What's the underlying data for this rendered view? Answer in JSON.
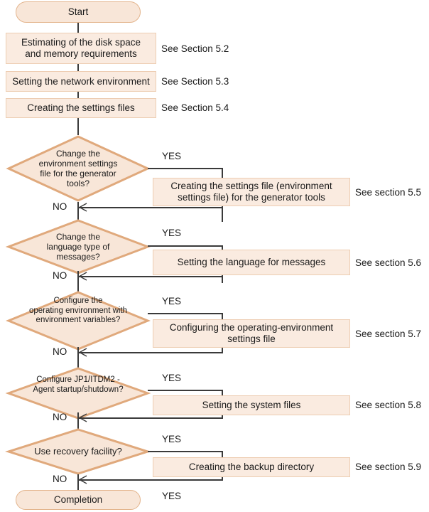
{
  "diagram": {
    "type": "flowchart",
    "title": "",
    "palette": {
      "node_fill": "#FAEBE0",
      "terminator_fill": "#F8E6D8",
      "terminator_border": "#E3B48C",
      "process_border": "#EDCDB2",
      "diamond_border": "#E0A97C",
      "line": "#3a3a3a",
      "text": "#1a1a1a",
      "background": "#FFFFFF"
    }
  },
  "start": {
    "label": "Start"
  },
  "completion": {
    "label": "Completion"
  },
  "steps": [
    {
      "label": "Estimating of the disk space\nand memory requirements",
      "ref": "See Section 5.2"
    },
    {
      "label": "Setting the network environment",
      "ref": "See Section 5.3"
    },
    {
      "label": "Creating the settings files",
      "ref": "See Section 5.4"
    }
  ],
  "decisions": [
    {
      "question": "Change the\nenvironment settings\nfile for the generator\ntools?",
      "yes_label": "YES",
      "no_label": "NO",
      "action": "Creating the settings file (environment\nsettings file) for the generator tools",
      "ref": "See section 5.5"
    },
    {
      "question": "Change the\nlanguage type of\nmessages?",
      "yes_label": "YES",
      "no_label": "NO",
      "action": "Setting the language for messages",
      "ref": "See section 5.6"
    },
    {
      "question": "Configure the\noperating environment with\nenvironment variables?",
      "yes_label": "YES",
      "no_label": "NO",
      "action": "Configuring the operating-environment\nsettings file",
      "ref": "See section 5.7"
    },
    {
      "question": "Configure JP1/ITDM2 -\nAgent startup/shutdown?",
      "yes_label": "YES",
      "no_label": "NO",
      "action": "Setting the system files",
      "ref": "See section 5.8"
    },
    {
      "question": "Use recovery facility?",
      "yes_label": "YES",
      "no_label": "NO",
      "action": "Creating the backup directory",
      "ref": "See section 5.9"
    }
  ],
  "footer": {
    "yes_label": "YES"
  }
}
